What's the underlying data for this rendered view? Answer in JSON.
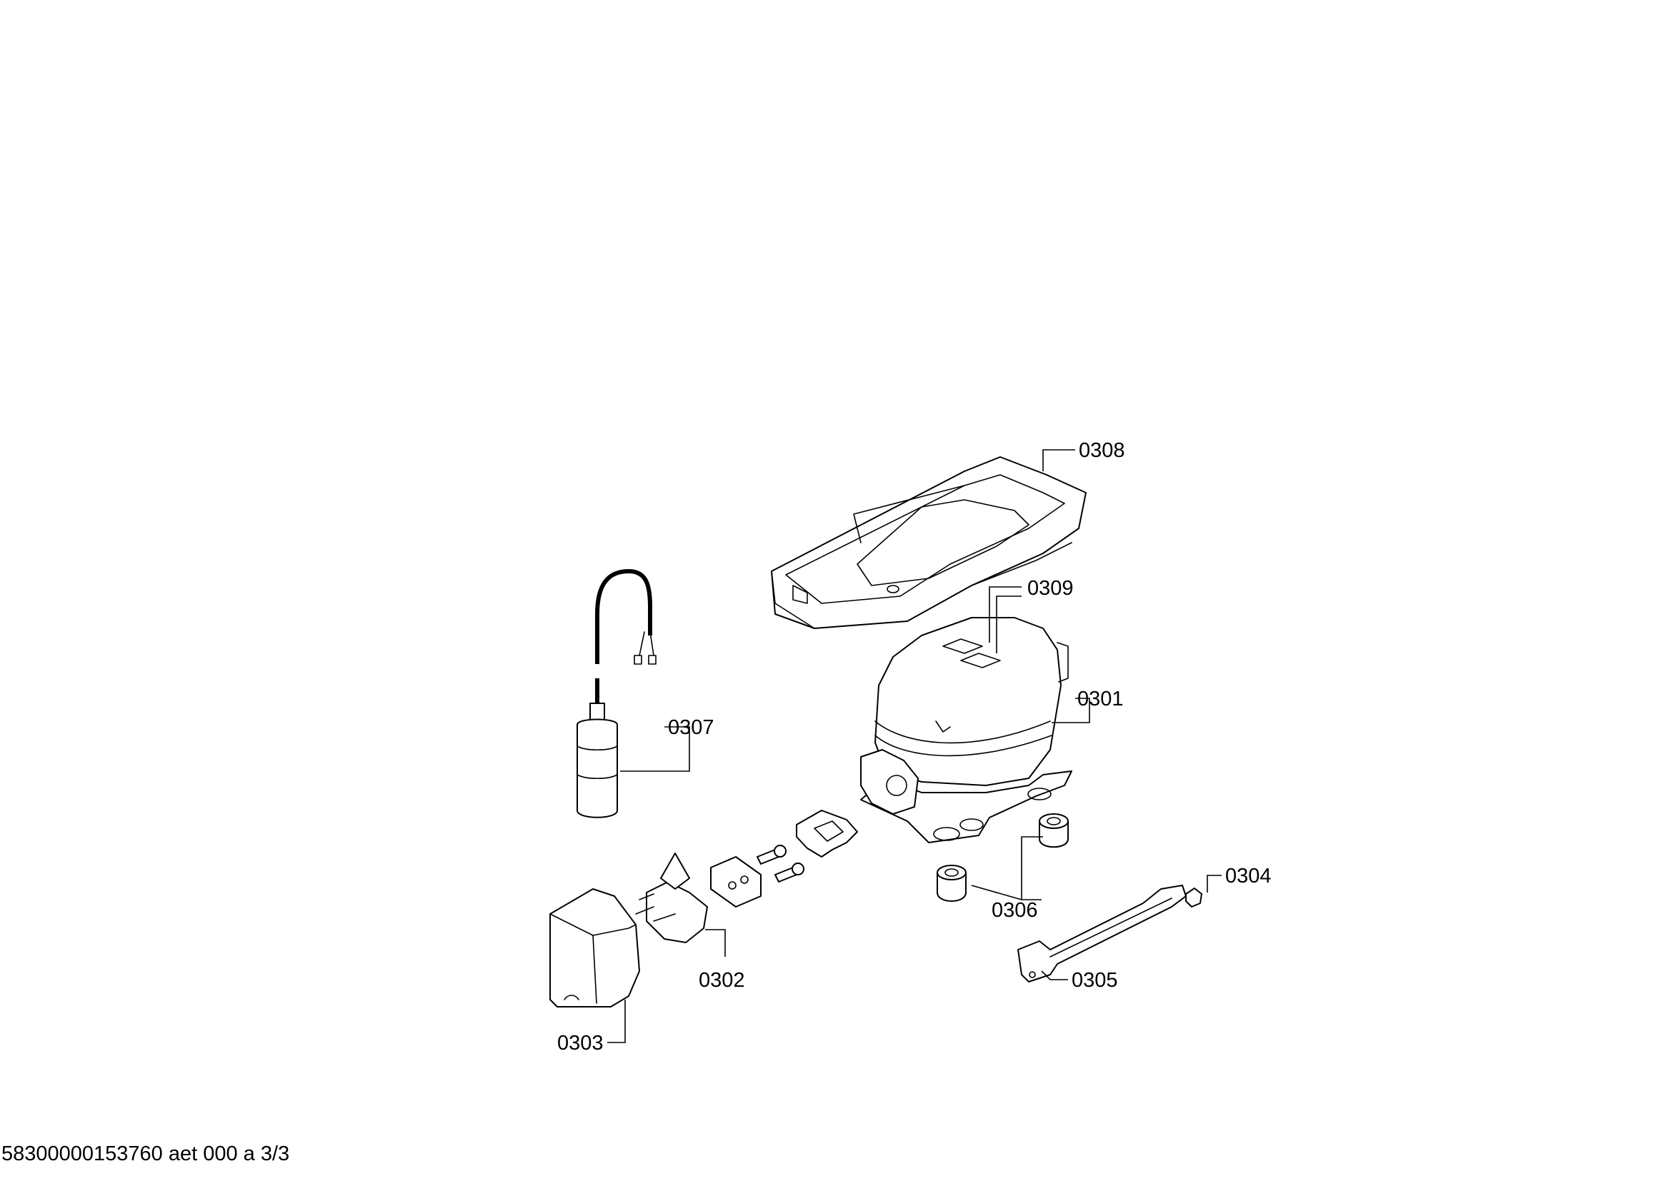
{
  "diagram": {
    "callouts": [
      {
        "id": "0308",
        "label": "0308"
      },
      {
        "id": "0309",
        "label": "0309"
      },
      {
        "id": "0301",
        "label": "0301"
      },
      {
        "id": "0307",
        "label": "0307"
      },
      {
        "id": "0304",
        "label": "0304"
      },
      {
        "id": "0306",
        "label": "0306"
      },
      {
        "id": "0302",
        "label": "0302"
      },
      {
        "id": "0305",
        "label": "0305"
      },
      {
        "id": "0303",
        "label": "0303"
      }
    ]
  },
  "footer": {
    "text": "58300000153760 aet 000 a 3/3"
  }
}
